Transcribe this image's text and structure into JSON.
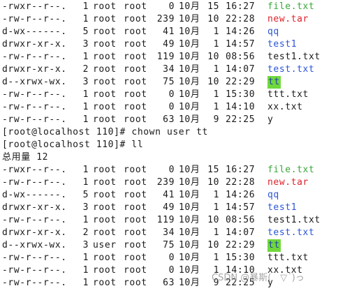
{
  "terminal": {
    "lines": [
      {
        "type": "entry",
        "perm": "-rwxr--r--.",
        "links": "1",
        "owner": "root",
        "group": "root",
        "size": "0",
        "month": "10月",
        "day": "15",
        "time": "16:27",
        "name": "file.txt",
        "kind": "txt"
      },
      {
        "type": "entry",
        "perm": "-rw-r--r--.",
        "links": "1",
        "owner": "root",
        "group": "root",
        "size": "239",
        "month": "10月",
        "day": "10",
        "time": "22:28",
        "name": "new.tar",
        "kind": "tar"
      },
      {
        "type": "entry",
        "perm": "d-wx------.",
        "links": "5",
        "owner": "root",
        "group": "root",
        "size": "41",
        "month": "10月",
        "day": "1",
        "time": "14:26",
        "name": "qq",
        "kind": "dir"
      },
      {
        "type": "entry",
        "perm": "drwxr-xr-x.",
        "links": "3",
        "owner": "root",
        "group": "root",
        "size": "49",
        "month": "10月",
        "day": "1",
        "time": "14:57",
        "name": "test1",
        "kind": "dir"
      },
      {
        "type": "entry",
        "perm": "-rw-r--r--.",
        "links": "1",
        "owner": "root",
        "group": "root",
        "size": "119",
        "month": "10月",
        "day": "10",
        "time": "08:56",
        "name": "test1.txt",
        "kind": "none"
      },
      {
        "type": "entry",
        "perm": "drwxr-xr-x.",
        "links": "2",
        "owner": "root",
        "group": "root",
        "size": "34",
        "month": "10月",
        "day": "1",
        "time": "14:07",
        "name": "test.txt",
        "kind": "dir"
      },
      {
        "type": "entry",
        "perm": "d--xrwx-wx.",
        "links": "3",
        "owner": "root",
        "group": "root",
        "size": "75",
        "month": "10月",
        "day": "10",
        "time": "22:29",
        "name": "tt",
        "kind": "hl"
      },
      {
        "type": "entry",
        "perm": "-rw-r--r--.",
        "links": "1",
        "owner": "root",
        "group": "root",
        "size": "0",
        "month": "10月",
        "day": "1",
        "time": "15:30",
        "name": "ttt.txt",
        "kind": "none"
      },
      {
        "type": "entry",
        "perm": "-rw-r--r--.",
        "links": "1",
        "owner": "root",
        "group": "root",
        "size": "0",
        "month": "10月",
        "day": "1",
        "time": "14:10",
        "name": "xx.txt",
        "kind": "none"
      },
      {
        "type": "entry",
        "perm": "-rw-r--r--.",
        "links": "1",
        "owner": "root",
        "group": "root",
        "size": "63",
        "month": "10月",
        "day": "9",
        "time": "22:25",
        "name": "y",
        "kind": "none"
      },
      {
        "type": "text",
        "text": "[root@localhost 110]# chown user tt"
      },
      {
        "type": "text",
        "text": "[root@localhost 110]# ll"
      },
      {
        "type": "text",
        "text": "总用量 12"
      },
      {
        "type": "entry",
        "perm": "-rwxr--r--.",
        "links": "1",
        "owner": "root",
        "group": "root",
        "size": "0",
        "month": "10月",
        "day": "15",
        "time": "16:27",
        "name": "file.txt",
        "kind": "txt"
      },
      {
        "type": "entry",
        "perm": "-rw-r--r--.",
        "links": "1",
        "owner": "root",
        "group": "root",
        "size": "239",
        "month": "10月",
        "day": "10",
        "time": "22:28",
        "name": "new.tar",
        "kind": "tar"
      },
      {
        "type": "entry",
        "perm": "d-wx------.",
        "links": "5",
        "owner": "root",
        "group": "root",
        "size": "41",
        "month": "10月",
        "day": "1",
        "time": "14:26",
        "name": "qq",
        "kind": "dir"
      },
      {
        "type": "entry",
        "perm": "drwxr-xr-x.",
        "links": "3",
        "owner": "root",
        "group": "root",
        "size": "49",
        "month": "10月",
        "day": "1",
        "time": "14:57",
        "name": "test1",
        "kind": "dir"
      },
      {
        "type": "entry",
        "perm": "-rw-r--r--.",
        "links": "1",
        "owner": "root",
        "group": "root",
        "size": "119",
        "month": "10月",
        "day": "10",
        "time": "08:56",
        "name": "test1.txt",
        "kind": "none"
      },
      {
        "type": "entry",
        "perm": "drwxr-xr-x.",
        "links": "2",
        "owner": "root",
        "group": "root",
        "size": "34",
        "month": "10月",
        "day": "1",
        "time": "14:07",
        "name": "test.txt",
        "kind": "dir"
      },
      {
        "type": "entry",
        "perm": "d--xrwx-wx.",
        "links": "3",
        "owner": "user",
        "group": "root",
        "size": "75",
        "month": "10月",
        "day": "10",
        "time": "22:29",
        "name": "tt",
        "kind": "hl"
      },
      {
        "type": "entry",
        "perm": "-rw-r--r--.",
        "links": "1",
        "owner": "root",
        "group": "root",
        "size": "0",
        "month": "10月",
        "day": "1",
        "time": "15:30",
        "name": "ttt.txt",
        "kind": "none"
      },
      {
        "type": "entry",
        "perm": "-rw-r--r--.",
        "links": "1",
        "owner": "root",
        "group": "root",
        "size": "0",
        "month": "10月",
        "day": "1",
        "time": "14:10",
        "name": "xx.txt",
        "kind": "none"
      },
      {
        "type": "entry",
        "perm": "-rw-r--r--.",
        "links": "1",
        "owner": "root",
        "group": "root",
        "size": "63",
        "month": "10月",
        "day": "9",
        "time": "22:25",
        "name": "y",
        "kind": "none"
      }
    ]
  },
  "watermark": {
    "text": "CSDN @暴斯(｀▽´)っ"
  },
  "colors": {
    "background": "#ffffff",
    "text": "#1a1a1a",
    "txt_file": "#3aa83a",
    "archive": "#e0202a",
    "directory": "#2a55d6",
    "highlight_bg": "#6fd83a",
    "highlight_fg": "#1e3fa8"
  }
}
